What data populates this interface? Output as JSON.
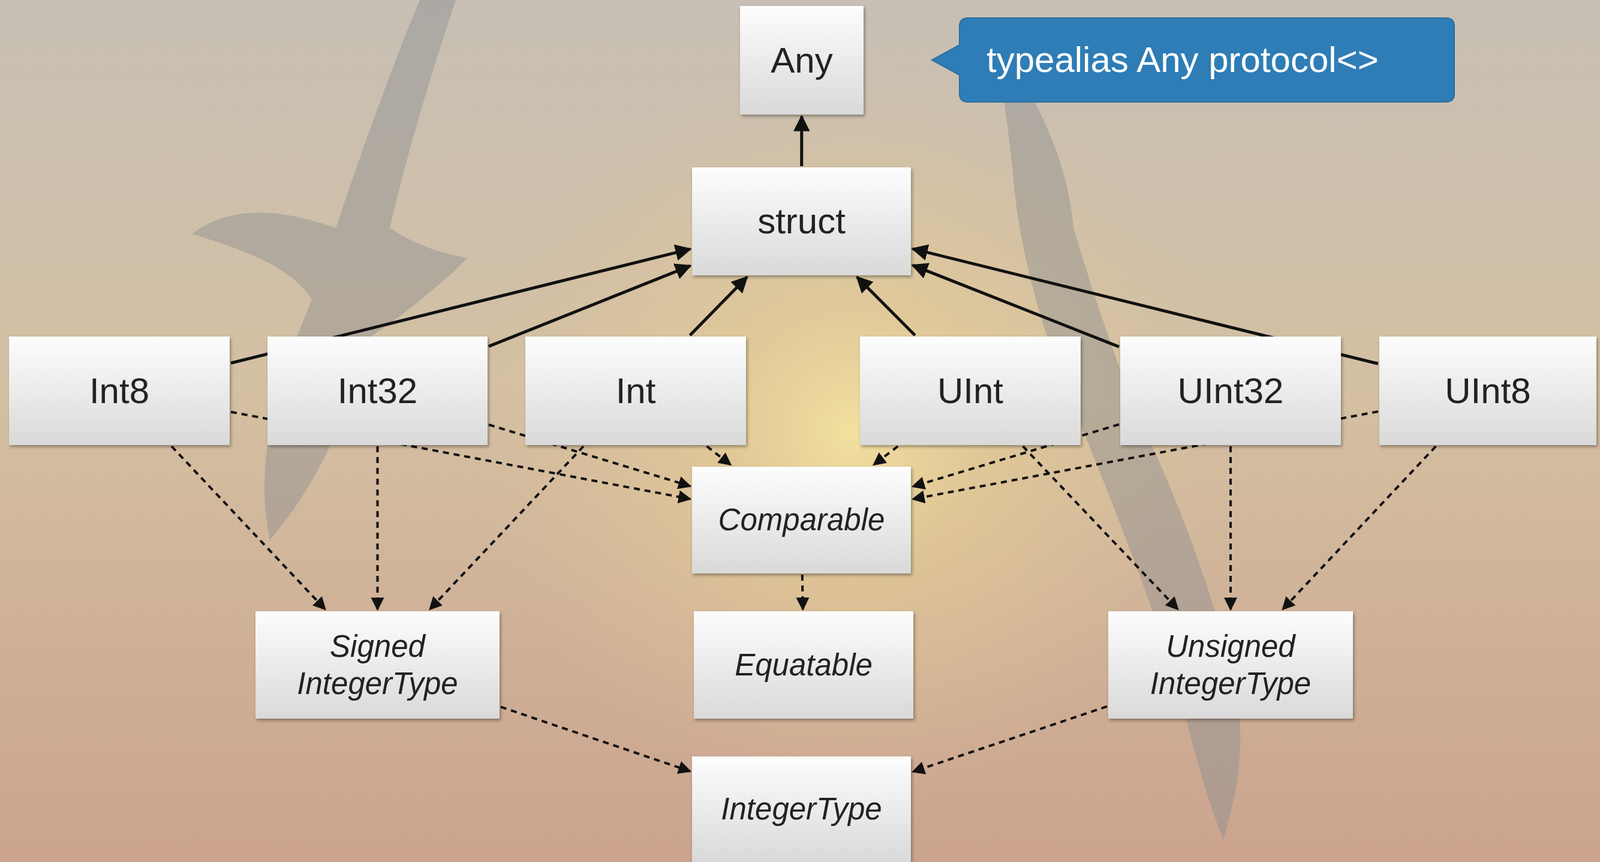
{
  "diagram": {
    "nodes": [
      {
        "text": [
          "Any"
        ]
      },
      {
        "text": [
          "typealias Any protocol<>"
        ]
      },
      {
        "text": [
          "struct"
        ]
      },
      {
        "text": [
          "Int8"
        ]
      },
      {
        "text": [
          "Int32"
        ]
      },
      {
        "text": [
          "Int"
        ]
      },
      {
        "text": [
          "UInt"
        ]
      },
      {
        "text": [
          "UInt32"
        ]
      },
      {
        "text": [
          "UInt8"
        ]
      },
      {
        "text": [
          "Comparable"
        ]
      },
      {
        "text": [
          "Signed IntegerType"
        ]
      },
      {
        "text": [
          "Equatable"
        ]
      },
      {
        "text": [
          "Unsigned IntegerType"
        ]
      },
      {
        "text": [
          "IntegerType"
        ]
      }
    ],
    "edges": [
      {
        "from": 2,
        "to": 0,
        "arrow": "to"
      },
      {
        "from": 3,
        "to": 2,
        "arrow": "to"
      },
      {
        "from": 4,
        "to": 2,
        "arrow": "to"
      },
      {
        "from": 5,
        "to": 2,
        "arrow": "to"
      },
      {
        "from": 6,
        "to": 2,
        "arrow": "to"
      },
      {
        "from": 7,
        "to": 2,
        "arrow": "to"
      },
      {
        "from": 8,
        "to": 2,
        "arrow": "to"
      },
      {
        "from": 3,
        "to": 9,
        "arrow": "to"
      },
      {
        "from": 3,
        "to": 10,
        "arrow": "to"
      },
      {
        "from": 4,
        "to": 9,
        "arrow": "to"
      },
      {
        "from": 4,
        "to": 10,
        "arrow": "to"
      },
      {
        "from": 5,
        "to": 9,
        "arrow": "to"
      },
      {
        "from": 5,
        "to": 10,
        "arrow": "to"
      },
      {
        "from": 6,
        "to": 9,
        "arrow": "to"
      },
      {
        "from": 6,
        "to": 12,
        "arrow": "to"
      },
      {
        "from": 7,
        "to": 9,
        "arrow": "to"
      },
      {
        "from": 7,
        "to": 12,
        "arrow": "to"
      },
      {
        "from": 8,
        "to": 9,
        "arrow": "to"
      },
      {
        "from": 8,
        "to": 12,
        "arrow": "to"
      },
      {
        "from": 9,
        "to": 11,
        "arrow": "to"
      },
      {
        "from": 10,
        "to": 13,
        "arrow": "to"
      },
      {
        "from": 12,
        "to": 13,
        "arrow": "to"
      }
    ]
  }
}
